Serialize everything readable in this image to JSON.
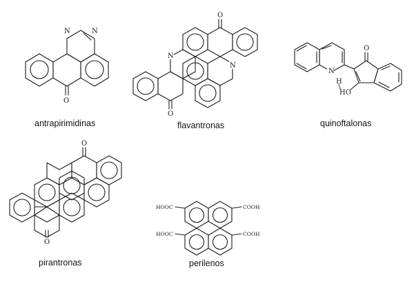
{
  "captions": {
    "antrapirimidinas": "antrapirimidinas",
    "flavantronas": "flavantronas",
    "quinoftalonas": "quinoftalonas",
    "pirantronas": "pirantronas",
    "perilenos": "perilenos"
  },
  "atoms": {
    "N": "N",
    "O": "O",
    "H": "H",
    "HO": "HO",
    "HOOC": "HOOC",
    "COOH": "COOH"
  }
}
